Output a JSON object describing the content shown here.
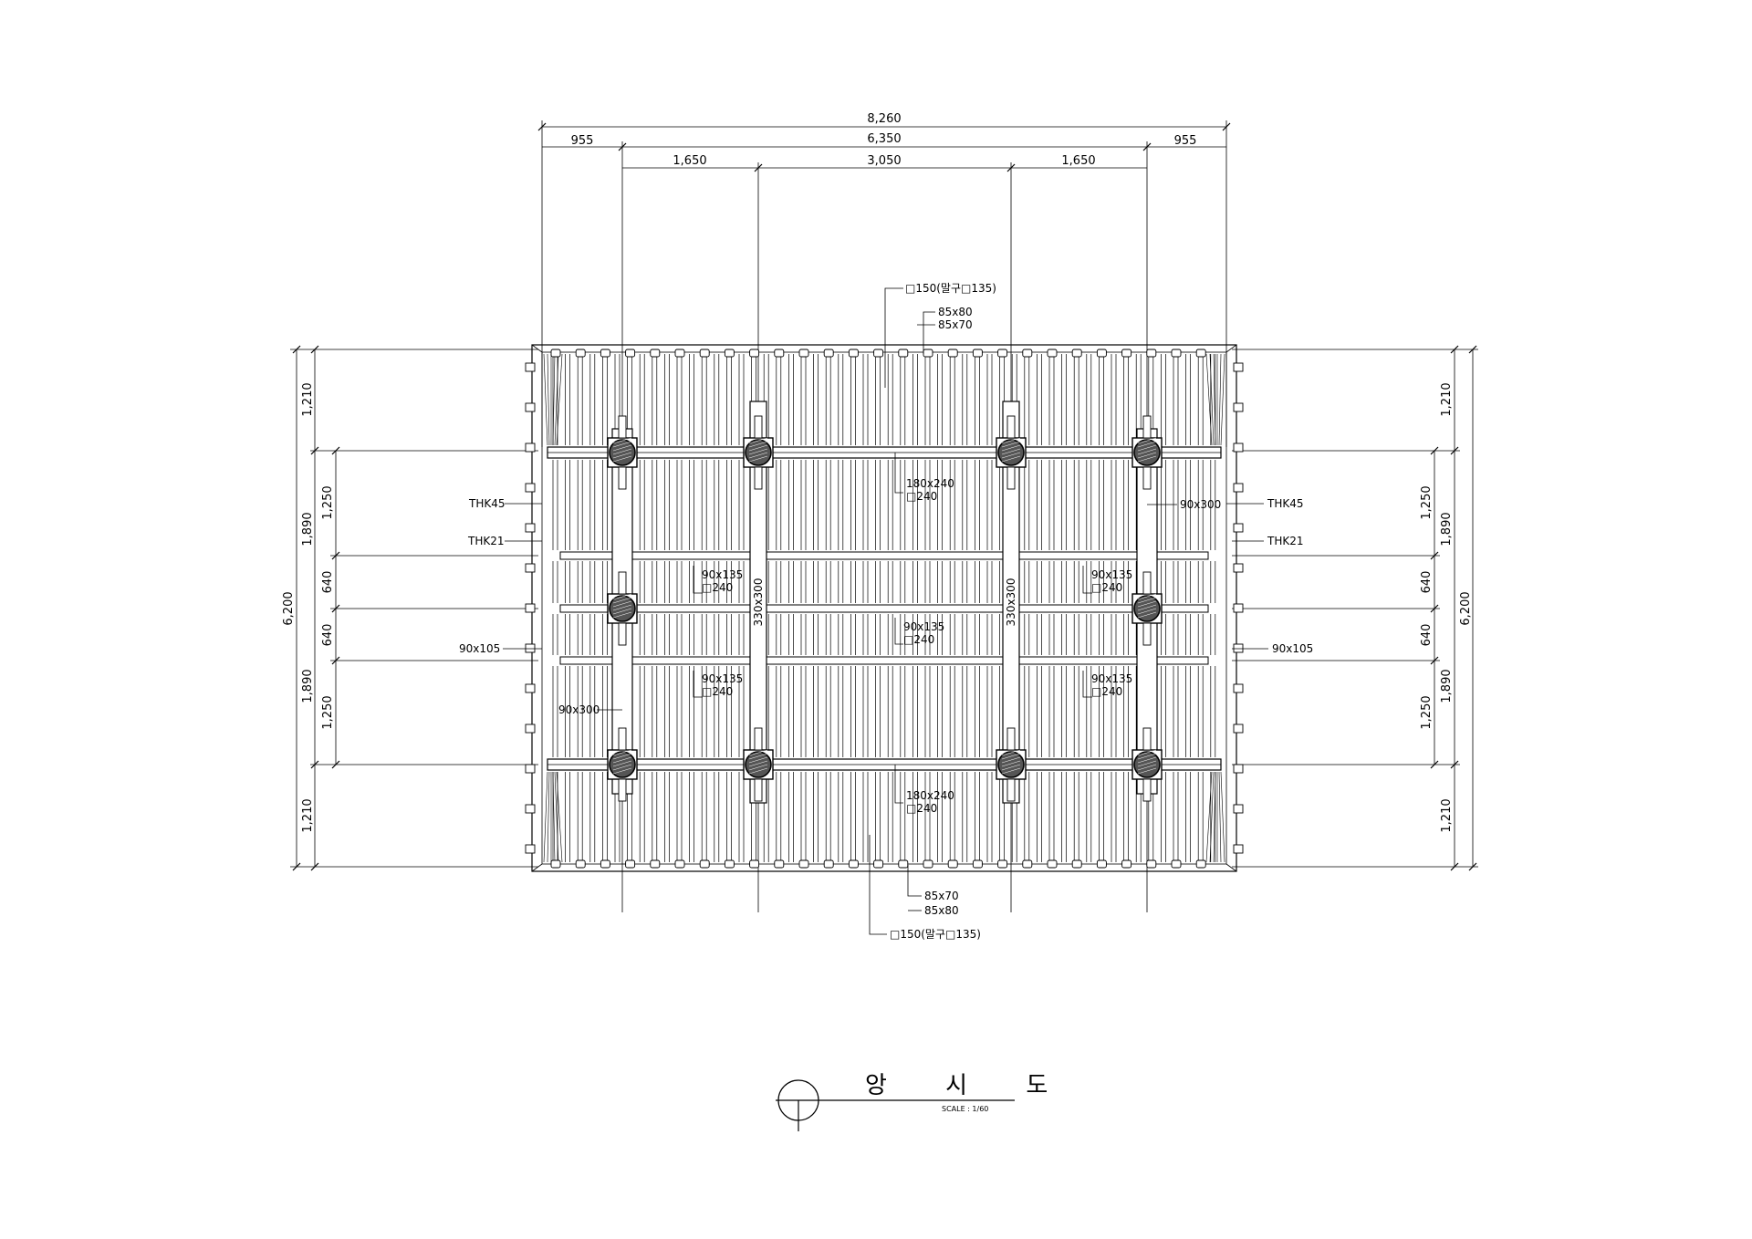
{
  "top_dims": {
    "overall": "8,260",
    "core": "6,350",
    "left_overhang": "955",
    "right_overhang": "955",
    "bay_left": "1,650",
    "bay_center": "3,050",
    "bay_right": "1,650"
  },
  "side_dims": {
    "overall": "6,200",
    "outer": [
      "1,210",
      "1,890",
      "1,890",
      "1,210"
    ],
    "inner": [
      "1,250",
      "640",
      "640",
      "1,250"
    ]
  },
  "labels": {
    "top_post": "□150(말구□135)",
    "top_rafter_1": "85x80",
    "top_rafter_2": "85x70",
    "bottom_rafter_1": "85x70",
    "bottom_rafter_2": "85x80",
    "bottom_post": "□150(말구□135)",
    "beam_top_size": "180x240",
    "beam_top_sq": "□240",
    "beam_bottom_size": "180x240",
    "beam_bottom_sq": "□240",
    "thk45_left": "THK45",
    "thk21_left": "THK21",
    "thk45_right": "THK45",
    "thk21_right": "THK21",
    "purlin_left": "90x105",
    "purlin_right": "90x105",
    "girder_right": "90x300",
    "girder_left": "90x300",
    "girder_v1": "330x300",
    "girder_v2": "330x300",
    "joist_ul_size": "90x135",
    "joist_ul_sq": "□240",
    "joist_ur_size": "90x135",
    "joist_ur_sq": "□240",
    "joist_c_size": "90x135",
    "joist_c_sq": "□240",
    "joist_ll_size": "90x135",
    "joist_ll_sq": "□240",
    "joist_lr_size": "90x135",
    "joist_lr_sq": "□240"
  },
  "title": {
    "text": "앙 시 도",
    "scale": "SCALE : 1/60"
  }
}
